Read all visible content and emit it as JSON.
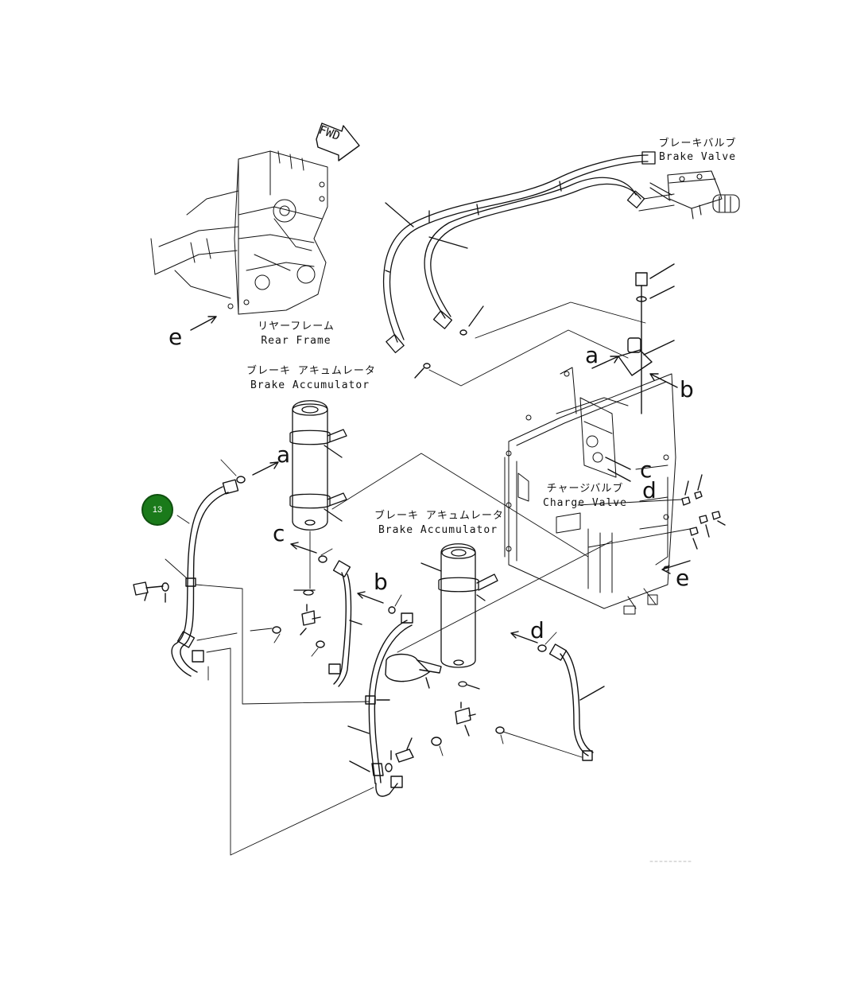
{
  "fwd_label": "FWD",
  "labels": {
    "brake_valve_jp": "ブレーキバルブ",
    "brake_valve_en": "Brake Valve",
    "rear_frame_jp": "リヤーフレーム",
    "rear_frame_en": "Rear Frame",
    "accumulator_top_jp": "ブレーキ アキュムレータ",
    "accumulator_top_en": "Brake Accumulator",
    "accumulator_mid_jp": "ブレーキ アキュムレータ",
    "accumulator_mid_en": "Brake Accumulator",
    "charge_valve_jp": "チャージバルブ",
    "charge_valve_en": "Charge Valve"
  },
  "connection_letters": {
    "e1": "e",
    "a1": "a",
    "b1": "b",
    "a2": "a",
    "c1": "c",
    "d1": "d",
    "c2": "c",
    "b2": "b",
    "e2": "e",
    "d2": "d"
  },
  "callouts": [
    {
      "number": "13"
    }
  ]
}
